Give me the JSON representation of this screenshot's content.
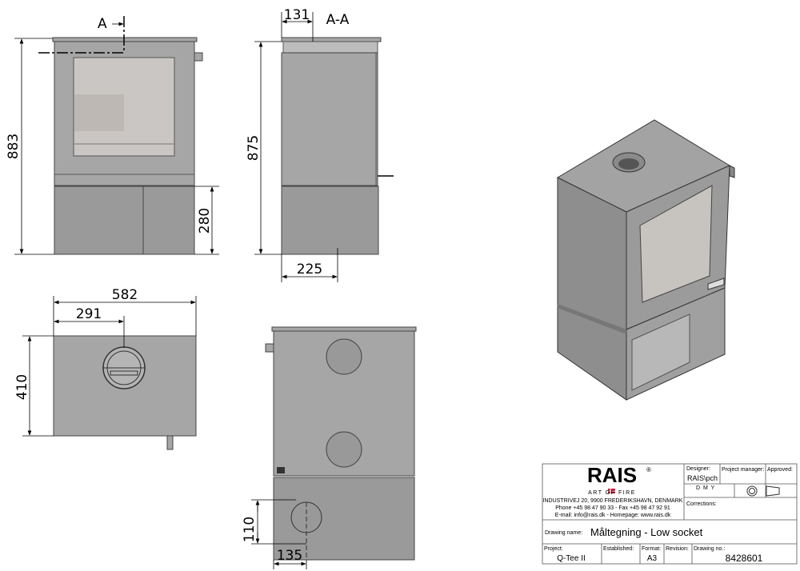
{
  "views": {
    "front": {
      "section_mark": "A",
      "dim_height": "883",
      "dim_socket": "280"
    },
    "section": {
      "title": "A-A",
      "dim_top": "131",
      "dim_height": "875",
      "dim_depth": "225"
    },
    "top": {
      "dim_width": "582",
      "dim_half": "291",
      "dim_depth": "410"
    },
    "back": {
      "dim_vertical": "110",
      "dim_horizontal": "135"
    }
  },
  "title_block": {
    "logo": "RAIS",
    "logo_tagline": "ART OF FIRE",
    "address": "INDUSTRIVEJ 20, 9900 FREDERIKSHAVN, DENMARK",
    "phone": "Phone +45 98 47 90 33 - Fax +45 98 47 92 91",
    "email": "E-mail: info@rais.dk - Homepage: www.rais.dk",
    "designer_label": "Designer:",
    "designer": "RAIS\\pch",
    "project_manager_label": "Project manager:",
    "approved_label": "Approved:",
    "dmy": "D  M  Y",
    "corrections_label": "Corrections:",
    "drawing_name_label": "Drawing name:",
    "drawing_name": "Måltegning - Low socket",
    "project_label": "Project:",
    "project": "Q-Tee II",
    "established_label": "Established:",
    "format_label": "Format:",
    "format": "A3",
    "revision_label": "Revision:",
    "drawing_no_label": "Drawing no.:",
    "drawing_no": "8428601"
  }
}
